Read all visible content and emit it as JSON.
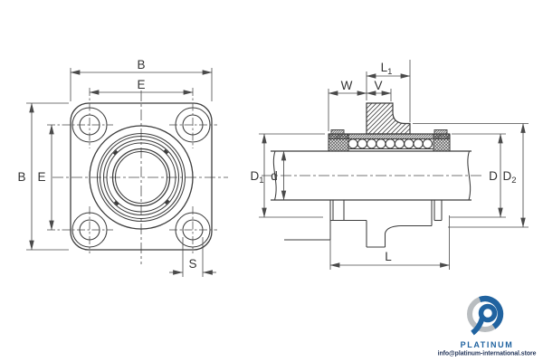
{
  "front_view": {
    "dim_B_top": "B",
    "dim_E_top": "E",
    "dim_B_left": "B",
    "dim_E_left": "E",
    "dim_S": "S"
  },
  "section_view": {
    "dim_L1": {
      "base": "L",
      "sub": "1"
    },
    "dim_W": "W",
    "dim_V": "V",
    "dim_D1": {
      "base": "D",
      "sub": "1"
    },
    "dim_d": "d",
    "dim_D": "D",
    "dim_D2": {
      "base": "D",
      "sub": "2"
    },
    "dim_L": "L"
  },
  "logo": {
    "brand": "PLATINUM",
    "email": "info@platinum-international.store",
    "brand_color": "#2063a0",
    "email_color": "#223459",
    "mark_blue": "#2063a0",
    "mark_gray": "#b9bdc0"
  },
  "drawing": {
    "line_color": "#3c3c3c",
    "background": "#ffffff"
  }
}
